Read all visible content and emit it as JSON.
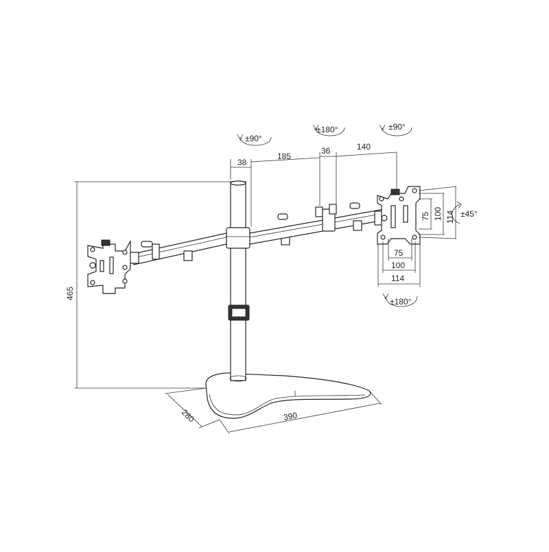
{
  "diagram": {
    "labels": {
      "rot_left_arm": "±90°",
      "rot_center": "±180°",
      "rot_right_arm": "±90°",
      "tilt": "±45°",
      "rot_bottom": "±180°"
    },
    "dimensions": {
      "pole_width": "38",
      "arm_segment": "185",
      "joint_width": "36",
      "arm_end": "140",
      "height": "465",
      "base_depth": "280",
      "base_width": "390",
      "vesa_inner_h": "75",
      "vesa_mid_h": "100",
      "vesa_outer_h": "114",
      "vesa_inner_w": "75",
      "vesa_mid_w": "100",
      "vesa_outer_w": "114"
    }
  }
}
